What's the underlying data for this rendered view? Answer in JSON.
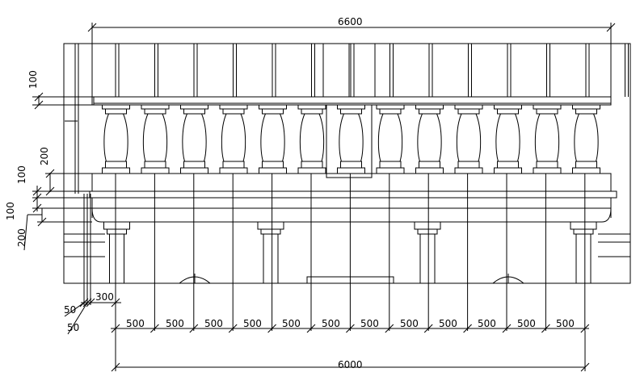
{
  "drawing": {
    "stroke_color": "#000000",
    "background_color": "#ffffff",
    "overall_width_label": "6600",
    "baluster_span_label": "6000",
    "bay_spacing_labels": [
      "500",
      "500",
      "500",
      "500",
      "500",
      "500",
      "500",
      "500",
      "500",
      "500",
      "500",
      "500"
    ],
    "baluster_count": 13,
    "column_count": 4,
    "window_count": 14,
    "left_dims": {
      "top_rail": "100",
      "baluster_height": "200",
      "plinth_top": "100",
      "plinth_mid": "100",
      "base_band": "200"
    },
    "bottom_left_dims": {
      "offset_a": "300",
      "offset_b": "50",
      "offset_c": "50"
    }
  }
}
